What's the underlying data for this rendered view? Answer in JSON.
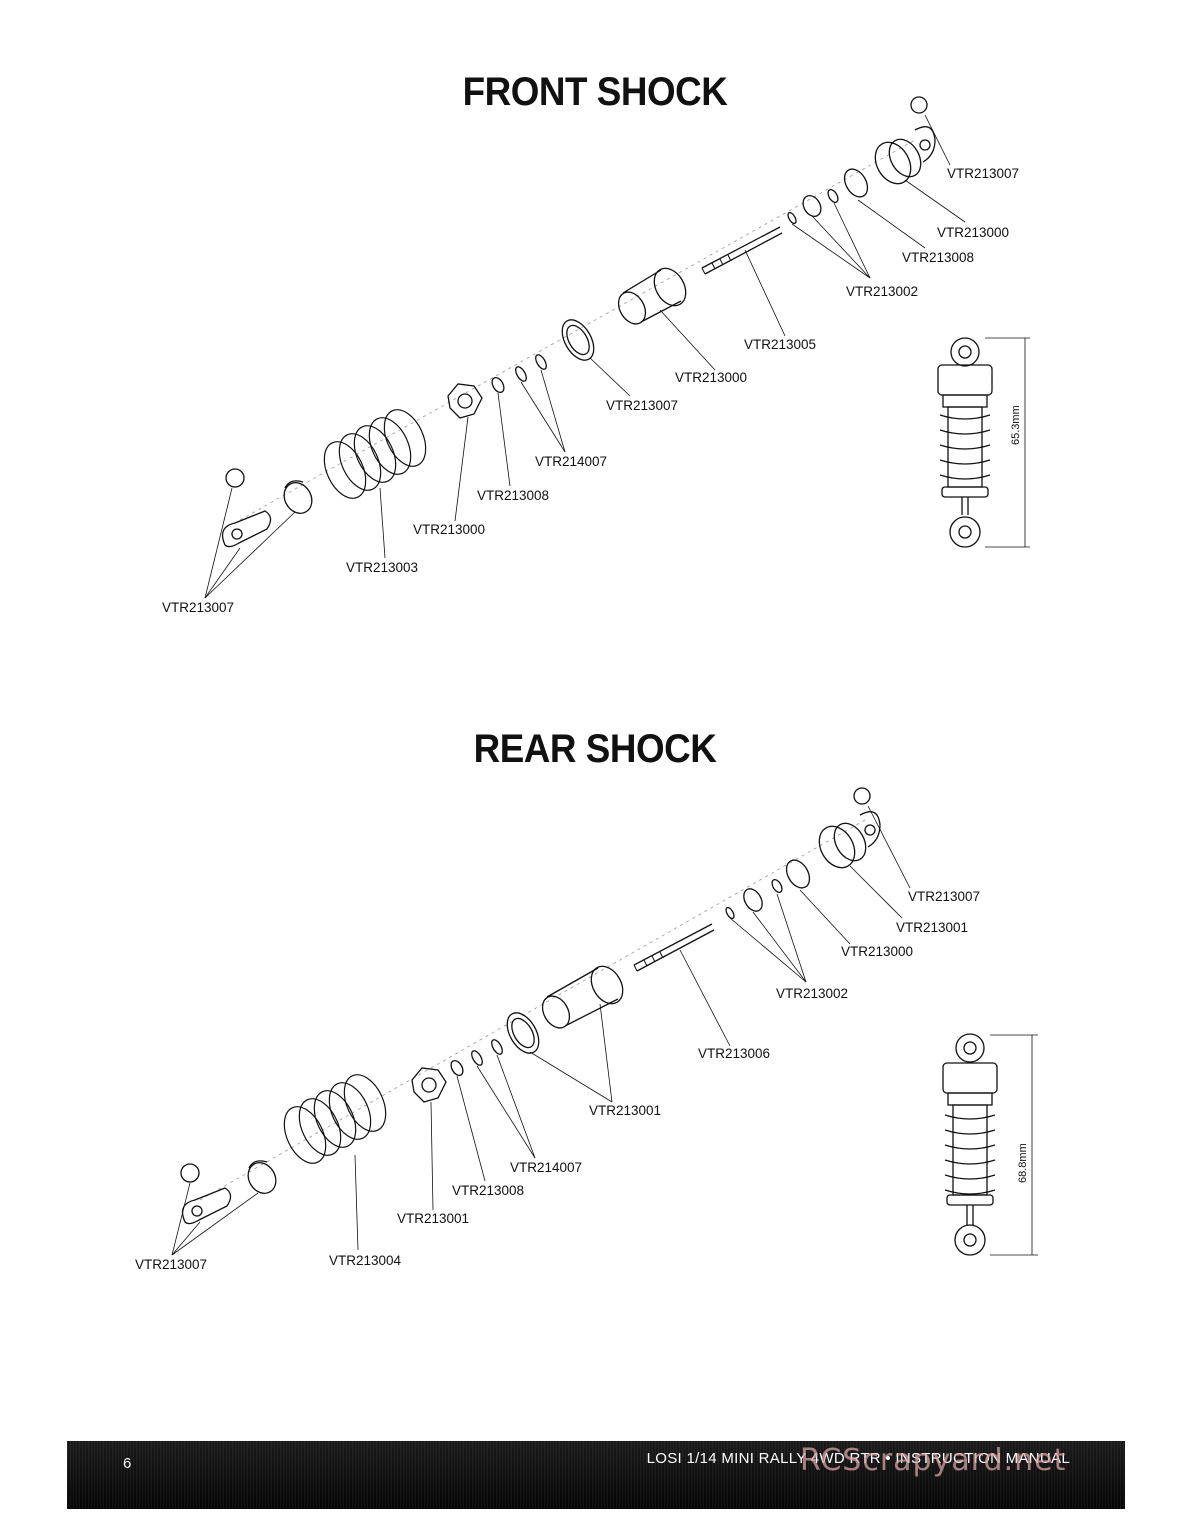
{
  "front": {
    "title": "FRONT SHOCK",
    "dimension": "65.3mm",
    "labels": [
      "VTR213007",
      "VTR213000",
      "VTR213008",
      "VTR213002",
      "VTR213005",
      "VTR213000",
      "VTR213007",
      "VTR214007",
      "VTR213008",
      "VTR213000",
      "VTR213003",
      "VTR213007"
    ]
  },
  "rear": {
    "title": "REAR SHOCK",
    "dimension": "68.8mm",
    "labels": [
      "VTR213007",
      "VTR213001",
      "VTR213000",
      "VTR213002",
      "VTR213006",
      "VTR213001",
      "VTR214007",
      "VTR213008",
      "VTR213001",
      "VTR213004",
      "VTR213007"
    ]
  },
  "footer": {
    "page_number": "6",
    "manual_title": "LOSI 1/14 MINI RALLY 4WD RTR • INSTRUCTION MANUAL"
  },
  "watermark": "RCScrapyard.net"
}
